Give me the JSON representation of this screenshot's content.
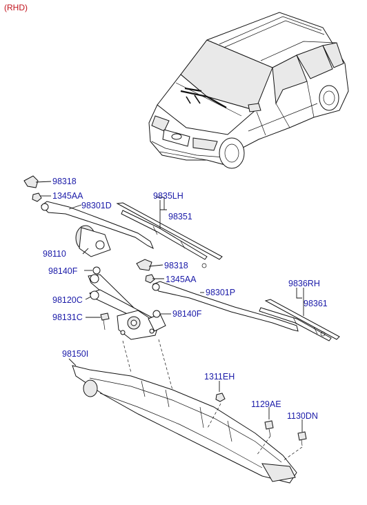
{
  "variant": "(RHD)",
  "callouts": [
    {
      "id": "98318-top",
      "text": "98318"
    },
    {
      "id": "1345AA-top",
      "text": "1345AA"
    },
    {
      "id": "98301D",
      "text": "98301D"
    },
    {
      "id": "9835LH",
      "text": "9835LH"
    },
    {
      "id": "98351",
      "text": "98351"
    },
    {
      "id": "98110",
      "text": "98110"
    },
    {
      "id": "98318-mid",
      "text": "98318"
    },
    {
      "id": "98140F-left",
      "text": "98140F"
    },
    {
      "id": "1345AA-mid",
      "text": "1345AA"
    },
    {
      "id": "98301P",
      "text": "98301P"
    },
    {
      "id": "9836RH",
      "text": "9836RH"
    },
    {
      "id": "98361",
      "text": "98361"
    },
    {
      "id": "98120C",
      "text": "98120C"
    },
    {
      "id": "98140F-right",
      "text": "98140F"
    },
    {
      "id": "98131C",
      "text": "98131C"
    },
    {
      "id": "98150I",
      "text": "98150I"
    },
    {
      "id": "1311EH",
      "text": "1311EH"
    },
    {
      "id": "1129AE",
      "text": "1129AE"
    },
    {
      "id": "1130DN",
      "text": "1130DN"
    }
  ]
}
